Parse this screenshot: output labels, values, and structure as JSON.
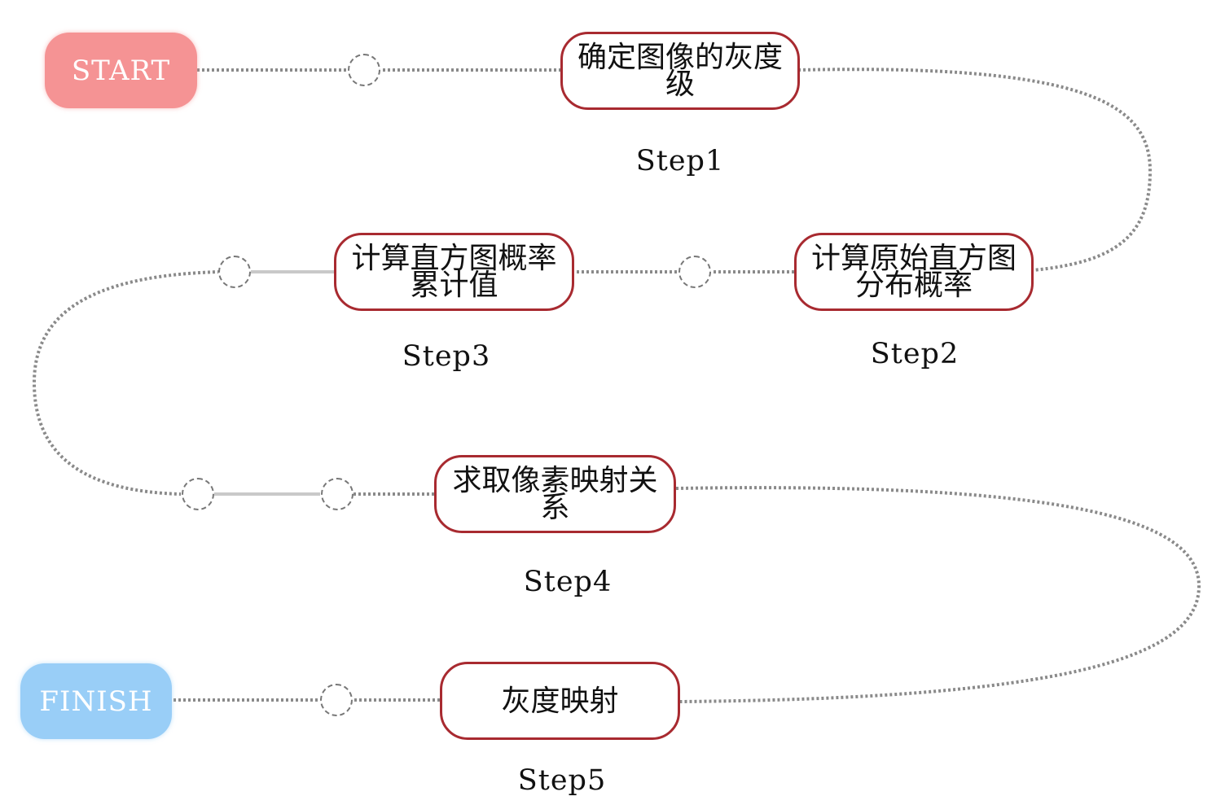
{
  "terminals": {
    "start": {
      "label": "START",
      "color": "#f59394"
    },
    "finish": {
      "label": "FINISH",
      "color": "#99cef7"
    }
  },
  "steps": [
    {
      "box_label": "确定图像的灰度级",
      "caption": "Step1"
    },
    {
      "box_label": "计算原始直方图分布概率",
      "caption": "Step2"
    },
    {
      "box_label": "计算直方图概率累计值",
      "caption": "Step3"
    },
    {
      "box_label": "求取像素映射关系",
      "caption": "Step4"
    },
    {
      "box_label": "灰度映射",
      "caption": "Step5"
    }
  ],
  "colors": {
    "step_border": "#a82a30",
    "connector": "#8a8a8a",
    "connector_light": "#c9c9c9"
  }
}
